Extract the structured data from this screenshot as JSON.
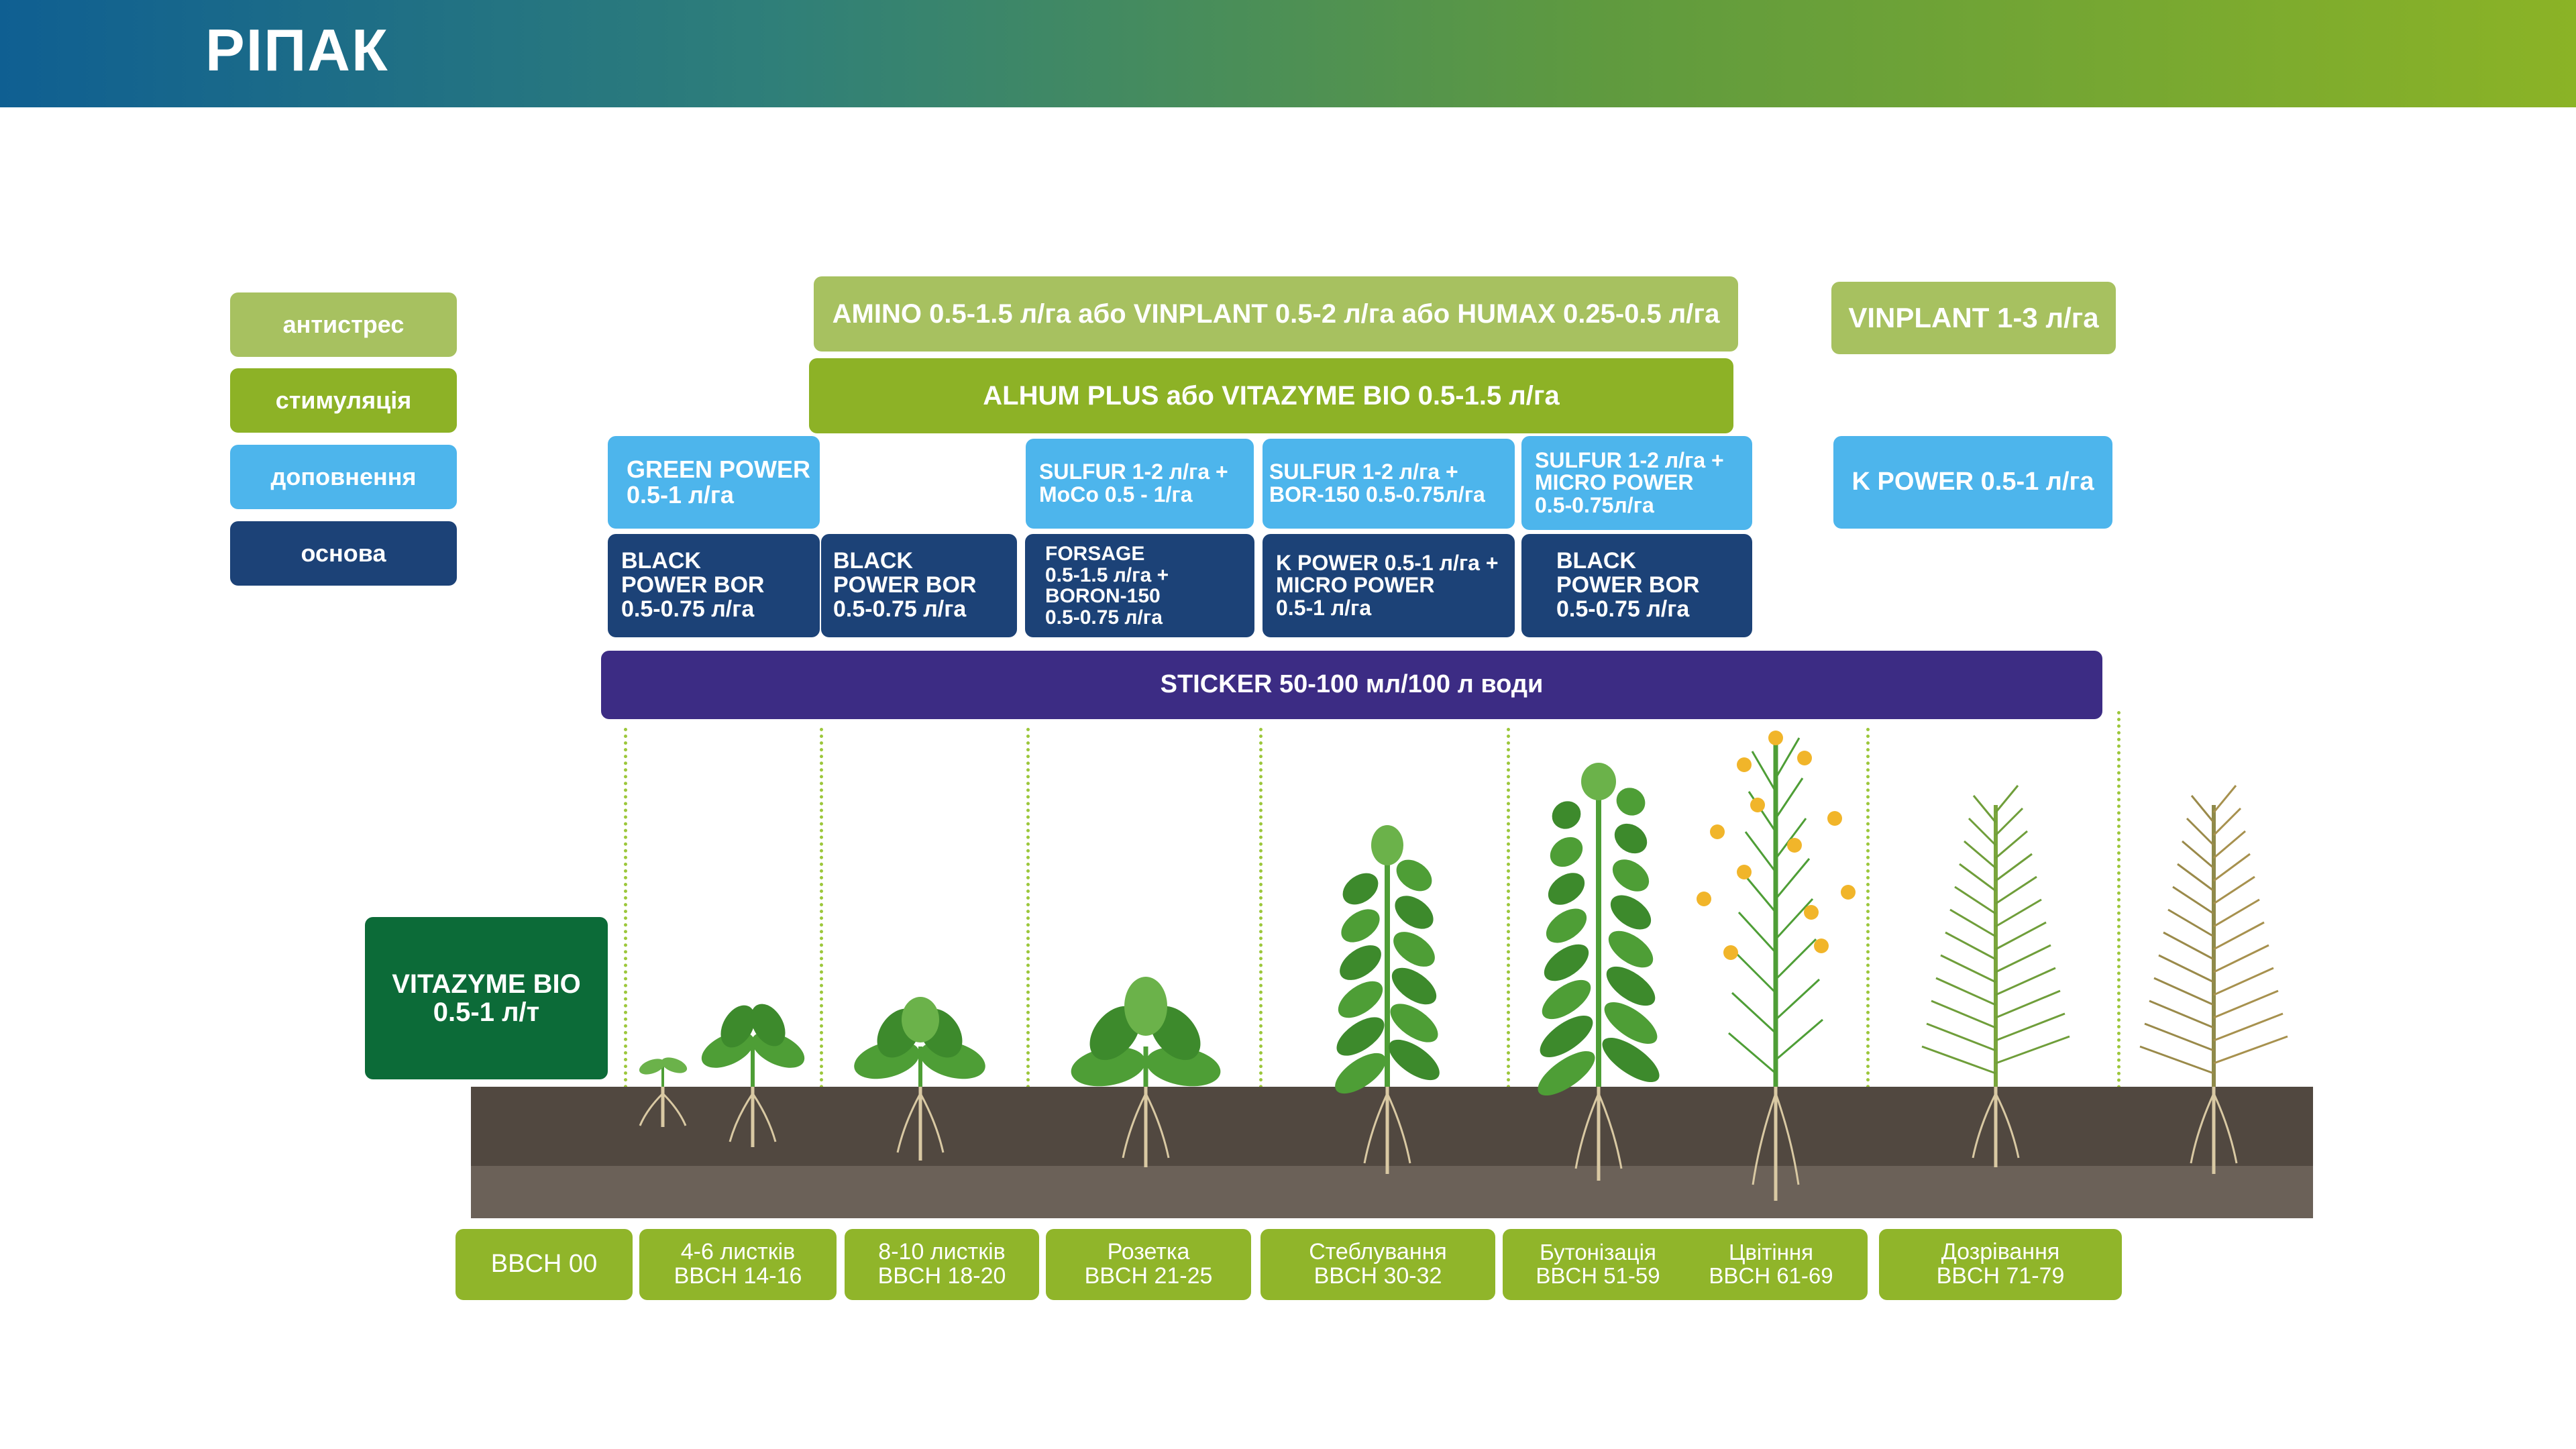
{
  "header": {
    "title": "РІПАК"
  },
  "colors": {
    "antistress": "#a7c160",
    "stimulation": "#8db226",
    "supplement": "#4db5ec",
    "base": "#1c4277",
    "sticker": "#3c2c84",
    "vitazyme": "#0c6b38",
    "stage": "#90b52a",
    "soil_top": "#514840",
    "soil_bottom": "#6b6158"
  },
  "legend": {
    "antistress": "антистрес",
    "stimulation": "стимуляція",
    "supplement": "доповнення",
    "base": "основа"
  },
  "treatments": {
    "amino": "AMINO 0.5-1.5 л/га або VINPLANT 0.5-2 л/га або HUMAX 0.25-0.5 л/га",
    "vinplant": "VINPLANT 1-3 л/га",
    "alhum": "ALHUM PLUS або VITAZYME BIO 0.5-1.5 л/га",
    "k_power_right": "K POWER 0.5-1 л/га",
    "sticker": "STICKER 50-100 мл/100 л води",
    "vitazyme_seed": "VITAZYME BIO\n0.5-1 л/т",
    "supplement_1": "GREEN POWER\n0.5-1 л/га",
    "supplement_2": "SULFUR 1-2 л/га +\nMoCo 0.5 - 1/га",
    "supplement_3": "SULFUR 1-2 л/га +\nBOR-150 0.5-0.75л/га",
    "supplement_4": "SULFUR 1-2 л/га +\nMICRO POWER\n0.5-0.75л/га",
    "base_1": "BLACK\nPOWER BOR\n0.5-0.75 л/га",
    "base_2": "BLACK\nPOWER BOR\n0.5-0.75 л/га",
    "base_3": "FORSAGE\n0.5-1.5 л/га +\nBORON-150\n0.5-0.75 л/га",
    "base_4": "K POWER 0.5-1 л/га +\nMICRO POWER\n0.5-1 л/га",
    "base_5": "BLACK\nPOWER BOR\n0.5-0.75 л/га"
  },
  "stages": {
    "s0": "BBCH 00",
    "s1": "4-6 листків\nBBCH 14-16",
    "s2": "8-10 листків\nBBCH 18-20",
    "s3": "Розетка\nBBCH 21-25",
    "s4": "Стеблування\nBBCH 30-32",
    "s5a": "Бутонізація\nBBCH 51-59",
    "s5b": "Цвітіння\nBBCH 61-69",
    "s6": "Дозрівання\nBBCH 71-79"
  }
}
